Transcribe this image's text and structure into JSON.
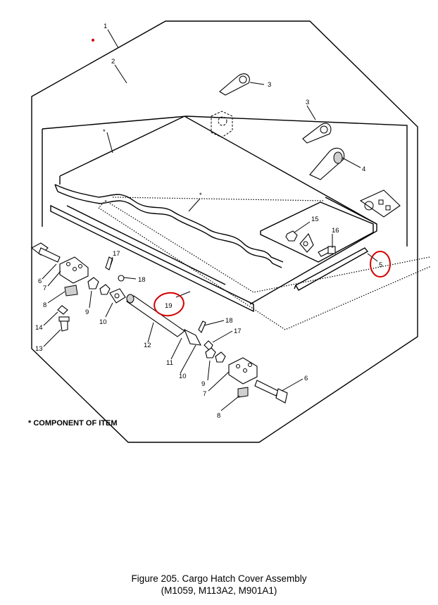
{
  "diagram": {
    "callouts": {
      "c1": "1",
      "c2": "2",
      "c3a": "3",
      "c3b": "3",
      "c4": "4",
      "c5": "5",
      "c6a": "6",
      "c6b": "6",
      "c7a": "7",
      "c7b": "7",
      "c8a": "8",
      "c8b": "8",
      "c9a": "9",
      "c9b": "9",
      "c10a": "10",
      "c10b": "10",
      "c11": "11",
      "c12": "12",
      "c13": "13",
      "c14": "14",
      "c15": "15",
      "c16": "16",
      "c17a": "17",
      "c17b": "17",
      "c18a": "18",
      "c18b": "18",
      "c19": "19"
    },
    "star_marks": [
      "*",
      "*"
    ],
    "note": "* COMPONENT OF ITEM"
  },
  "caption": {
    "line1": "Figure 205.  Cargo Hatch Cover Assembly",
    "line2": "(M1059, M113A2, M901A1)"
  },
  "colors": {
    "ink": "#000000",
    "highlight": "#d40000",
    "background": "#ffffff"
  }
}
